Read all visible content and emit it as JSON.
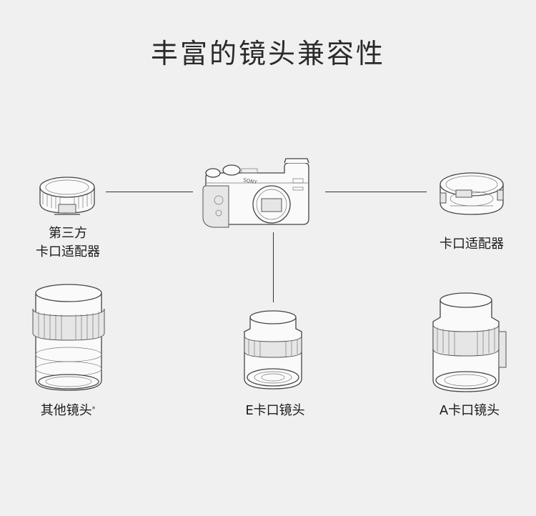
{
  "title": "丰富的镜头兼容性",
  "items": {
    "camera": {
      "label": ""
    },
    "third_party_adapter": {
      "line1": "第三方",
      "line2": "卡口适配器"
    },
    "mount_adapter": {
      "label": "卡口适配器"
    },
    "other_lenses": {
      "label": "其他镜头",
      "mark": "*"
    },
    "e_mount_lens": {
      "label": "E卡口镜头"
    },
    "a_mount_lens": {
      "label": "A卡口镜头"
    }
  },
  "camera_brand": "SONY"
}
